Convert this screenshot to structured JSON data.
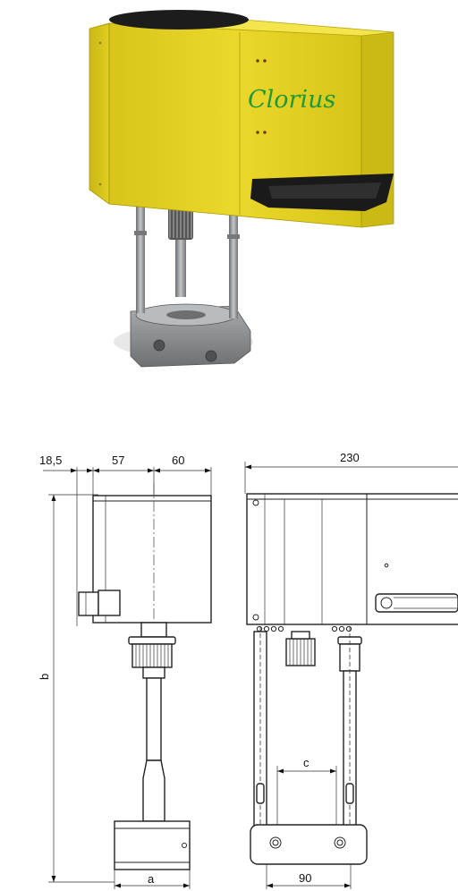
{
  "brand": {
    "logo_text": "Clorius"
  },
  "dimensions": {
    "side_offset": "18,5",
    "side_left": "57",
    "side_right": "60",
    "height": "b",
    "base_width": "a",
    "front_width": "230",
    "post_spacing": "c",
    "base_front_width": "90"
  },
  "colors": {
    "housing": "#e6d31f",
    "housing_dark": "#b8a80f",
    "housing_light": "#f2e34a",
    "metal": "#8d9093",
    "handle": "#1a1a1a",
    "brand": "#1f9a3a"
  }
}
